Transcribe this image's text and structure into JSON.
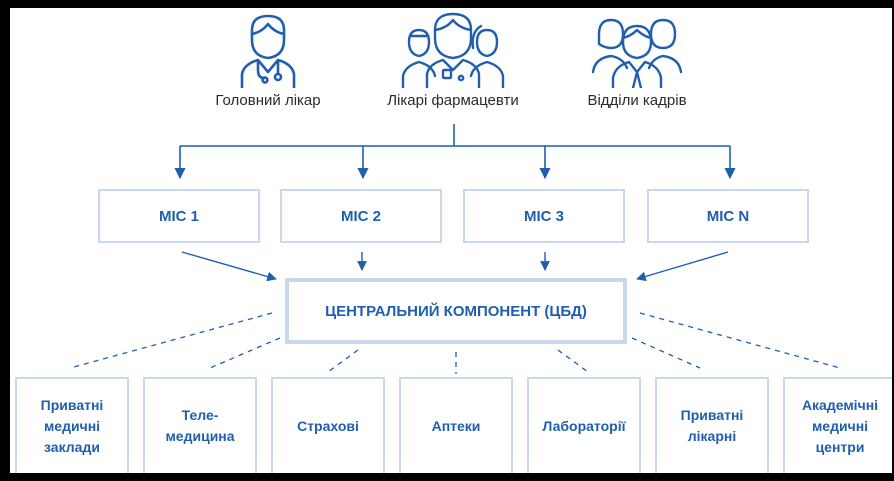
{
  "roles": [
    {
      "label": "Головний лікар",
      "icon": "doctor-icon"
    },
    {
      "label": "Лікарі фармацевти",
      "icon": "medical-team-icon"
    },
    {
      "label": "Відділи кадрів",
      "icon": "hr-group-icon"
    }
  ],
  "mis": [
    "МІС 1",
    "МІС 2",
    "МІС 3",
    "МІС N"
  ],
  "central": "ЦЕНТРАЛЬНИЙ КОМПОНЕНТ (ЦБД)",
  "leaves": [
    "Приватні\nмедичні\nзаклади",
    "Теле-\nмедицина",
    "Страхові",
    "Аптеки",
    "Лабораторії",
    "Приватні\nлікарні",
    "Академічні\nмедичні\nцентри"
  ],
  "colors": {
    "line": "#1f5fae",
    "box_border": "#c8d9ee",
    "text_blue": "#1f5fae",
    "icon": "#1f5fae"
  }
}
